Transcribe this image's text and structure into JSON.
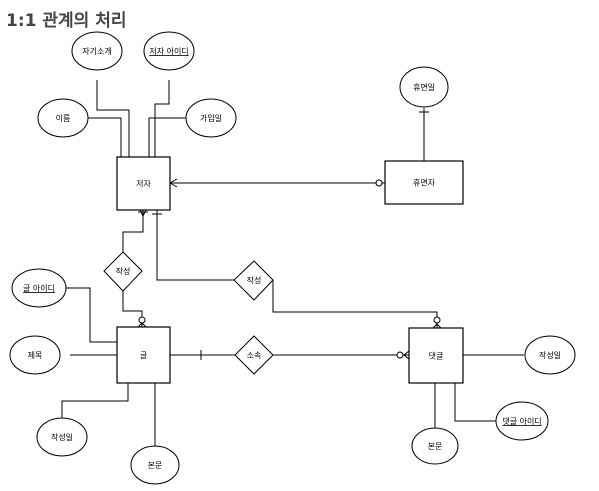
{
  "title": "1:1 관계의 처리",
  "entities": {
    "author": "저자",
    "dormant": "휴면자",
    "post": "글",
    "comment": "댓글"
  },
  "relationships": {
    "author_post": "작성",
    "author_comment": "작성",
    "post_comment": "소속"
  },
  "attributes": {
    "intro": "자기소개",
    "author_id": "저자 아이디",
    "name": "이름",
    "join_date": "가입일",
    "dormant_date": "휴면일",
    "post_id": "글 아이디",
    "post_title": "제목",
    "post_date": "작성일",
    "post_body": "본문",
    "comment_date": "작성일",
    "comment_id": "댓글 아이디",
    "comment_body": "본문"
  },
  "colors": {
    "title": "#444444",
    "stroke": "#000000",
    "background": "#ffffff"
  }
}
